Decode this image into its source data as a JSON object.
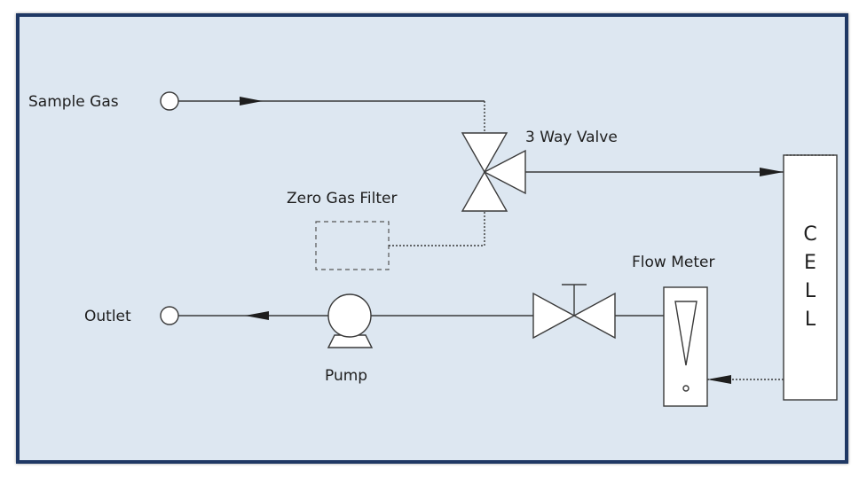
{
  "diagram": {
    "labels": {
      "sample_gas": "Sample Gas",
      "three_way_valve": "3 Way Valve",
      "zero_gas_filter": "Zero Gas Filter",
      "flow_meter": "Flow Meter",
      "outlet": "Outlet",
      "pump": "Pump",
      "cell": [
        "C",
        "E",
        "L",
        "L"
      ]
    },
    "colors": {
      "frame_border": "#1f3864",
      "background": "#dde7f1",
      "line": "#3a3a3a"
    }
  }
}
